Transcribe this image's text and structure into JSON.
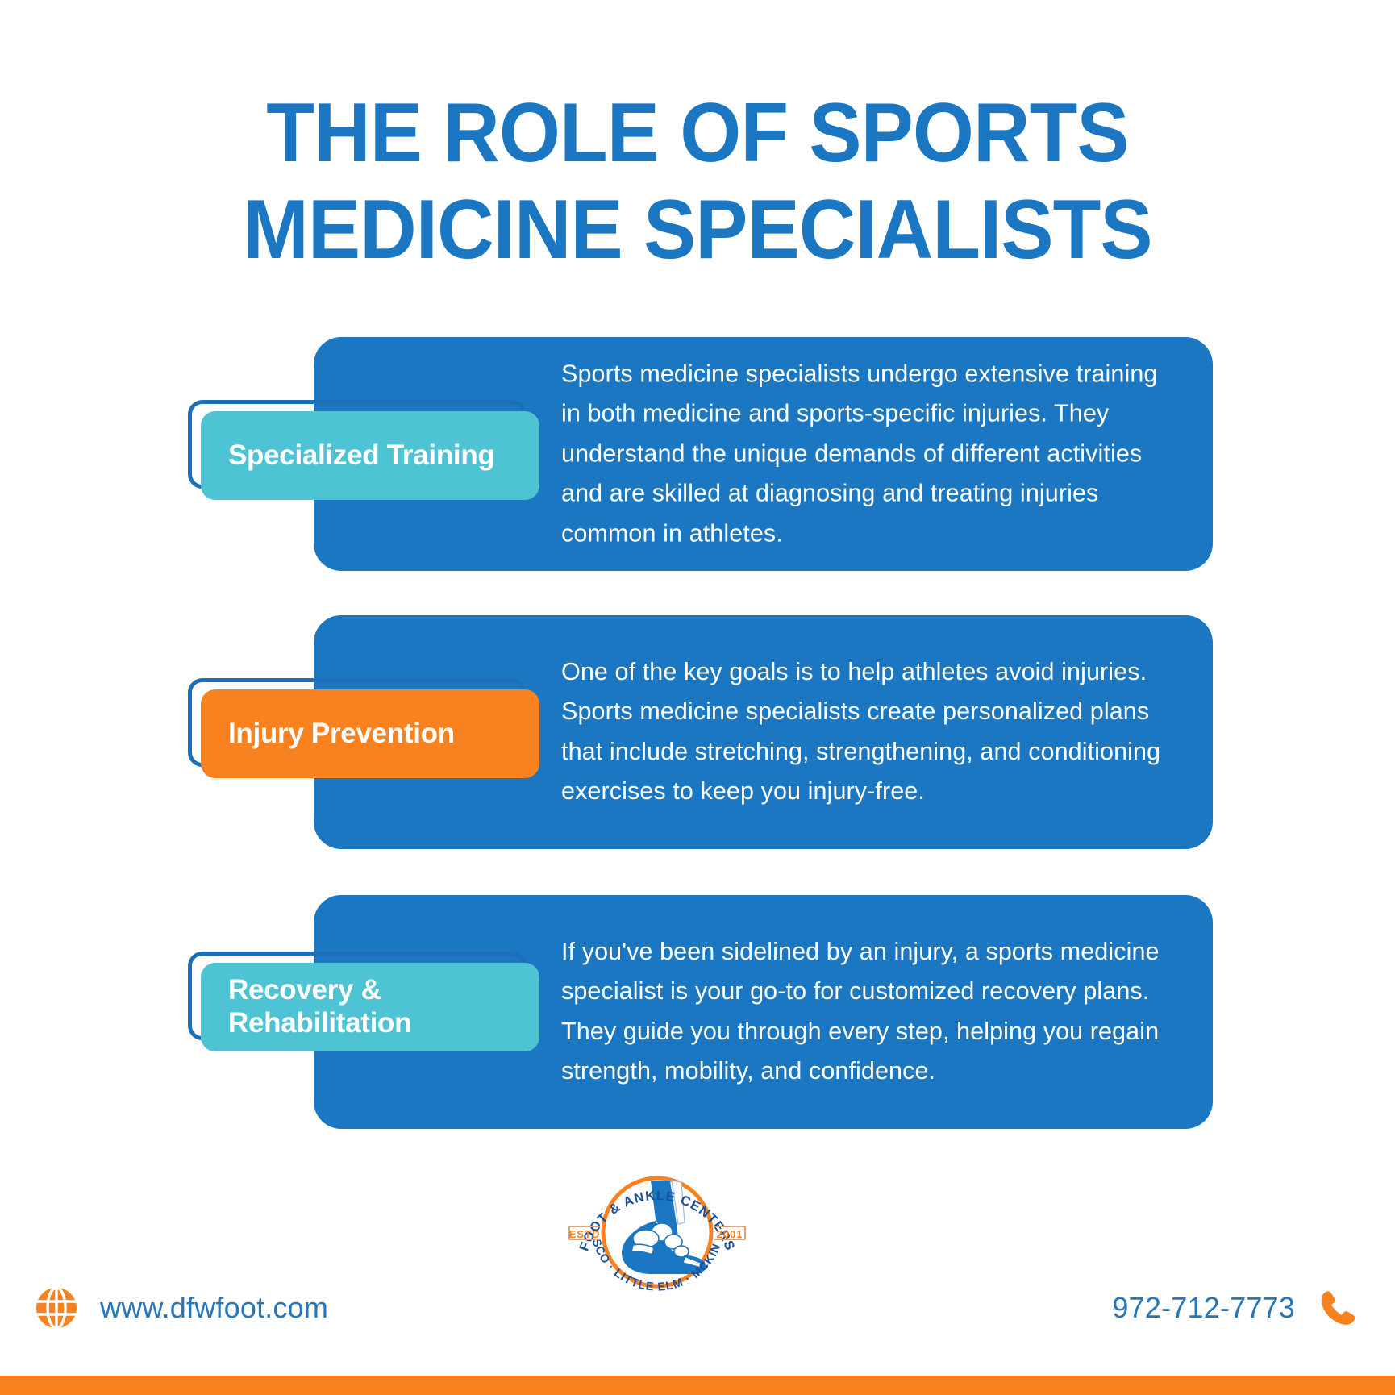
{
  "title": {
    "line1": "THE ROLE OF SPORTS",
    "line2": "MEDICINE SPECIALISTS",
    "color": "#1c77c3"
  },
  "colors": {
    "brand_blue": "#1c77c3",
    "outline_blue": "#1d6fb8",
    "teal": "#4ec3d4",
    "orange": "#f8821f",
    "white": "#ffffff"
  },
  "cards": [
    {
      "label": "Specialized Training",
      "label_color": "teal",
      "body": "Sports medicine specialists undergo extensive training in both medicine and sports-specific injuries. They understand the unique demands of different activities and are skilled at diagnosing and treating injuries common in athletes."
    },
    {
      "label": "Injury Prevention",
      "label_color": "orange",
      "body": "One of the key goals is to help athletes avoid injuries. Sports medicine specialists create personalized plans that include stretching, strengthening, and conditioning exercises to keep you injury-free."
    },
    {
      "label": "Recovery &\nRehabilitation",
      "label_color": "teal",
      "body": "If you've been sidelined by an injury, a sports medicine specialist is your go-to for customized recovery plans. They guide you through every step, helping you regain strength, mobility, and confidence."
    }
  ],
  "logo": {
    "arc_top": "FOOT & ANKLE CENTERS",
    "arc_bottom": "FRISCO · LITTLE ELM · MCKINNEY",
    "estd_label": "ESTD",
    "estd_year": "2001",
    "mark": "foot-ankle-bones-icon"
  },
  "footer": {
    "website": "www.dfwfoot.com",
    "website_icon": "globe-icon",
    "phone": "972-712-7773",
    "phone_icon": "phone-icon"
  }
}
